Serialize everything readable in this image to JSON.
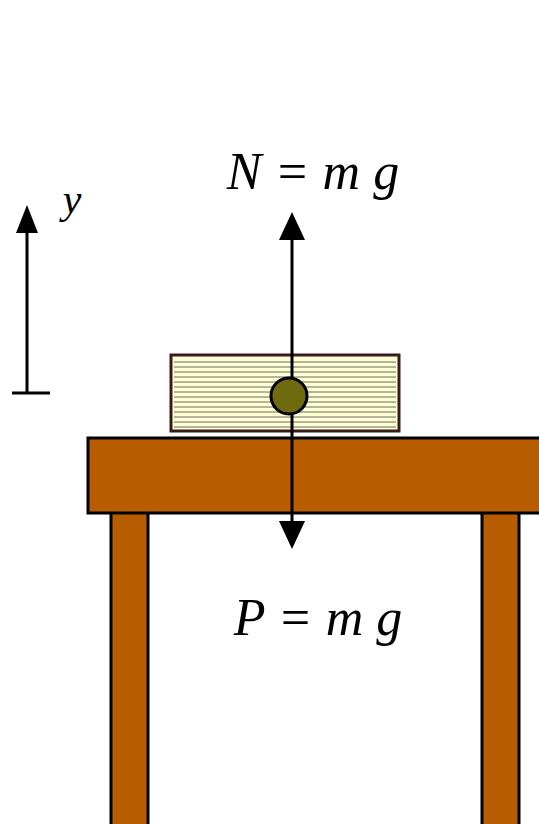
{
  "diagram": {
    "labels": [
      "y",
      "N = m g",
      "P = m g"
    ]
  }
}
